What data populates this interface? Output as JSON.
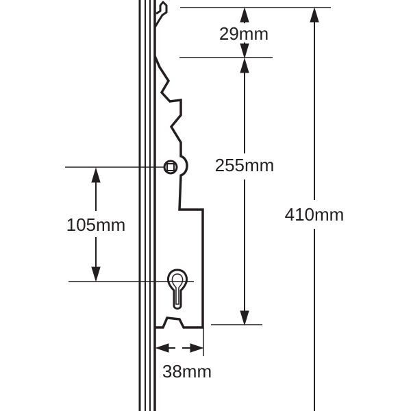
{
  "dimensions": {
    "backset_top": "29mm",
    "hook_span": "255mm",
    "overall_length": "410mm",
    "centre_to_centre": "105mm",
    "backset_width": "38mm"
  },
  "colors": {
    "ink": "#231f20",
    "background": "#ffffff"
  }
}
